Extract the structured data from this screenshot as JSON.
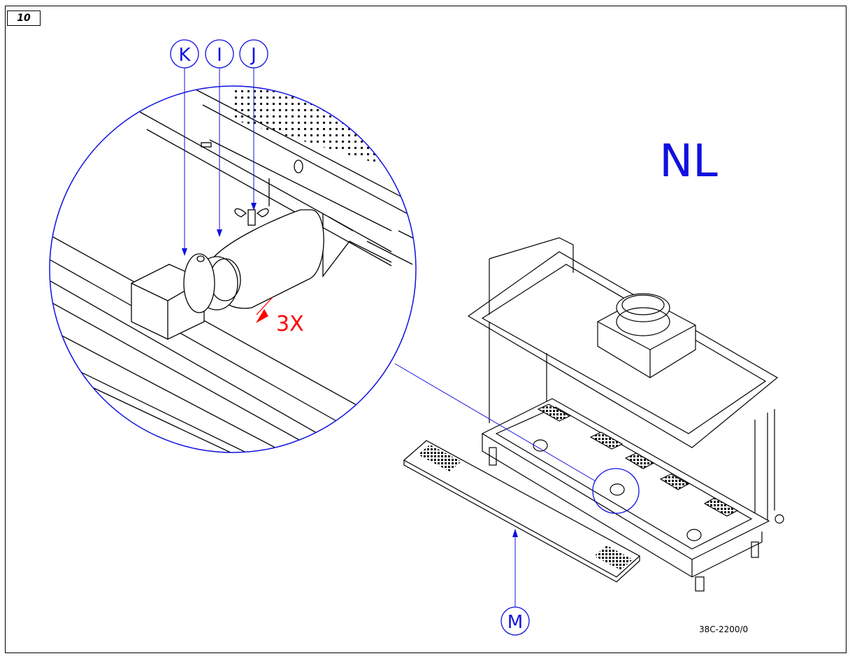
{
  "page_number": "10",
  "language_code": "NL",
  "quantity_marker": "3X",
  "drawing_reference": "38C-2200/0",
  "callouts": {
    "k": "K",
    "i": "I",
    "j": "J",
    "m": "M"
  },
  "colors": {
    "callout": "#1010e0",
    "quantity": "#ff0000",
    "line": "#000000"
  }
}
